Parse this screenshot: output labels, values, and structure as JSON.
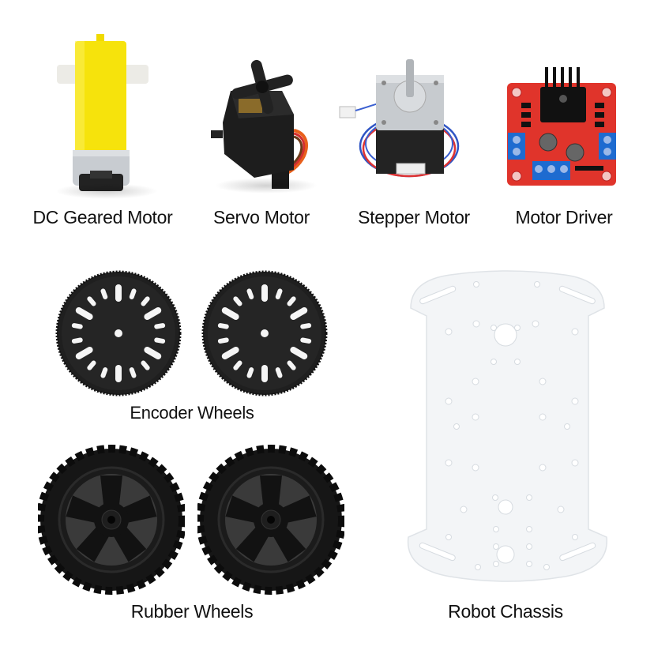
{
  "components": [
    {
      "id": "dc-geared-motor",
      "label": "DC Geared Motor",
      "color": "#F5E400"
    },
    {
      "id": "servo-motor",
      "label": "Servo Motor",
      "color": "#1C1C1C"
    },
    {
      "id": "stepper-motor",
      "label": "Stepper Motor",
      "color": "#BFC3C7"
    },
    {
      "id": "motor-driver",
      "label": "Motor Driver",
      "color": "#E0342B"
    },
    {
      "id": "encoder-wheels",
      "label": "Encoder Wheels",
      "color": "#1E1E1E",
      "count": 2
    },
    {
      "id": "rubber-wheels",
      "label": "Rubber Wheels",
      "color": "#141414",
      "count": 2
    },
    {
      "id": "robot-chassis",
      "label": "Robot Chassis",
      "color": "#F2F4F6"
    }
  ]
}
